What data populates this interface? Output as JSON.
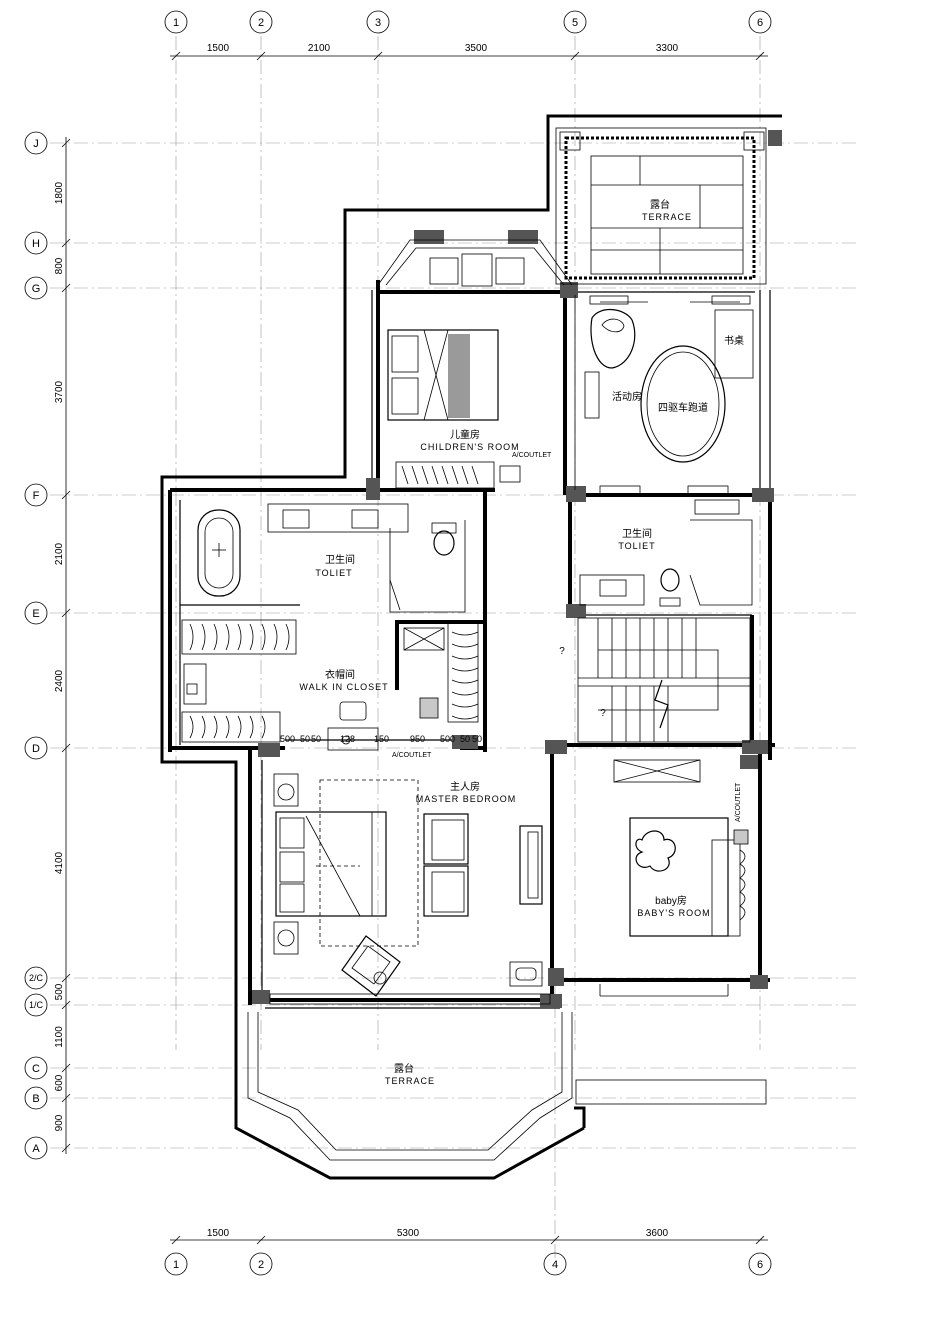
{
  "grid": {
    "top_axes": [
      "1",
      "2",
      "3",
      "5",
      "6"
    ],
    "bottom_axes": [
      "1",
      "2",
      "4",
      "6"
    ],
    "left_axes": [
      "J",
      "H",
      "G",
      "F",
      "E",
      "D",
      "2/C",
      "1/C",
      "C",
      "B",
      "A"
    ]
  },
  "dimensions": {
    "top": [
      "1500",
      "2100",
      "3500",
      "3300"
    ],
    "bottom": [
      "1500",
      "5300",
      "3600"
    ],
    "left": [
      "1800",
      "800",
      "3700",
      "2100",
      "2400",
      "4100",
      "500",
      "1100",
      "600",
      "900"
    ],
    "closet_strip": [
      "500",
      "50",
      "50",
      "128",
      "150",
      "950",
      "500",
      "50",
      "50"
    ]
  },
  "rooms": {
    "terrace_top": {
      "cn": "露台",
      "en": "TERRACE"
    },
    "desk": {
      "cn": "书桌"
    },
    "activity": {
      "cn": "活动房"
    },
    "track": {
      "cn": "四驱车跑道"
    },
    "children": {
      "cn": "儿童房",
      "en": "CHILDREN'S ROOM"
    },
    "toilet_left": {
      "cn": "卫生间",
      "en": "TOLIET"
    },
    "toilet_right": {
      "cn": "卫生间",
      "en": "TOLIET"
    },
    "closet": {
      "cn": "衣帽间",
      "en": "WALK IN CLOSET"
    },
    "master": {
      "cn": "主人房",
      "en": "MASTER BEDROOM"
    },
    "baby": {
      "cn": "baby房",
      "en": "BABY'S ROOM"
    },
    "terrace_bottom": {
      "cn": "露台",
      "en": "TERRACE"
    }
  },
  "annotations": {
    "outlet_1": "A/COUTLET",
    "outlet_2": "A/COUTLET",
    "outlet_3": "A/COUTLET",
    "stair_q1": "?",
    "stair_q2": "?"
  }
}
